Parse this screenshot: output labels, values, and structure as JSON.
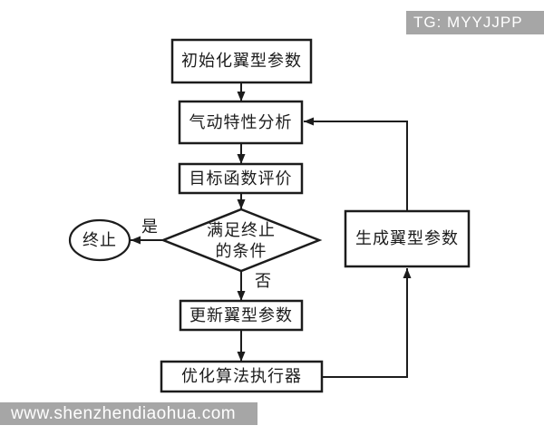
{
  "watermarks": {
    "top_right": "TG: MYYJJPP",
    "bottom_left": "www.shenzhendiaohua.com"
  },
  "flowchart": {
    "nodes": {
      "init": "初始化翼型参数",
      "aero": "气动特性分析",
      "objective": "目标函数评价",
      "decision_line1": "满足终止",
      "decision_line2": "的条件",
      "terminate": "终止",
      "update": "更新翼型参数",
      "optimizer": "优化算法执行器",
      "generate": "生成翼型参数"
    },
    "edge_labels": {
      "yes": "是",
      "no": "否"
    },
    "edges": [
      {
        "from": "init",
        "to": "aero"
      },
      {
        "from": "aero",
        "to": "objective"
      },
      {
        "from": "objective",
        "to": "decision"
      },
      {
        "from": "decision",
        "to": "terminate",
        "label": "是"
      },
      {
        "from": "decision",
        "to": "update",
        "label": "否"
      },
      {
        "from": "update",
        "to": "optimizer"
      },
      {
        "from": "optimizer",
        "to": "generate"
      },
      {
        "from": "generate",
        "to": "aero"
      }
    ]
  },
  "colors": {
    "line": "#1c1c1c",
    "node_fill": "#ffffff",
    "background": "#ffffff",
    "watermark_bg": "#a6a6a6",
    "watermark_text": "#ffffff"
  }
}
